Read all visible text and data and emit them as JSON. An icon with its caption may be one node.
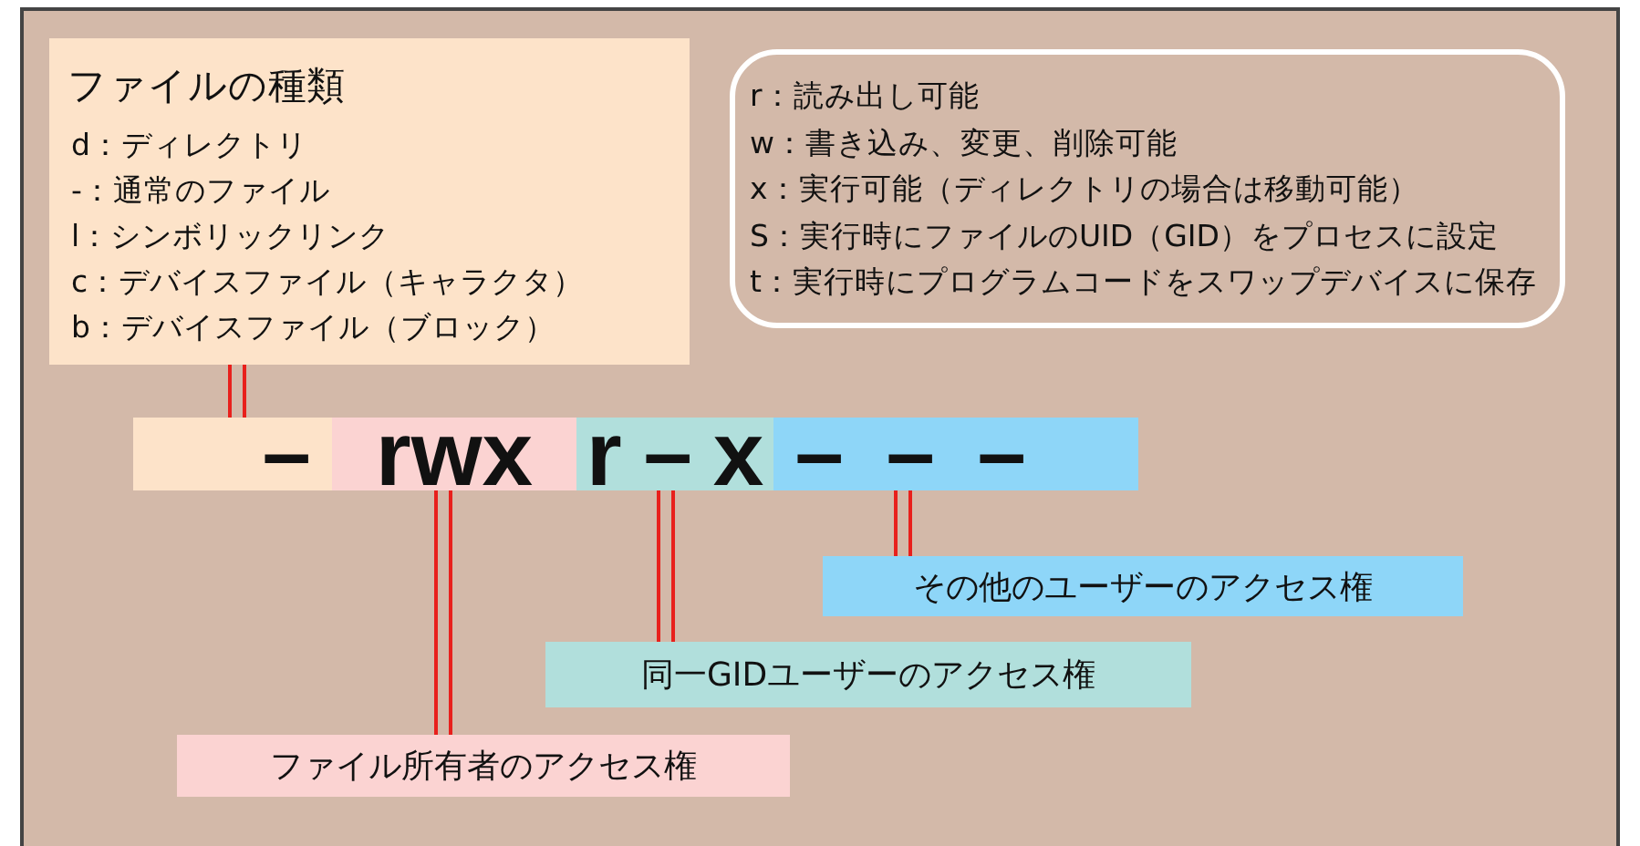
{
  "diagram": {
    "nodes": [
      {
        "text": [
          "ファイルの種類",
          "d：ディレクトリ",
          "-：通常のファイル",
          "l：シンボリックリンク",
          "c：デバイスファイル（キャラクタ）",
          "b：デバイスファイル（ブロック）"
        ]
      },
      {
        "text": [
          "r：読み出し可能",
          "w：書き込み、変更、削除可能",
          "x：実行可能（ディレクトリの場合は移動可能）",
          "S：実行時にファイルのUID（GID）をプロセスに設定",
          "t：実行時にプログラムコードをスワップデバイスに保存"
        ]
      },
      {
        "text": [
          "－"
        ]
      },
      {
        "text": [
          "rwx"
        ]
      },
      {
        "text": [
          "r－x"
        ]
      },
      {
        "text": [
          "－－－"
        ]
      },
      {
        "text": [
          "その他のユーザーのアクセス権"
        ]
      },
      {
        "text": [
          "同一GIDユーザーのアクセス権"
        ]
      },
      {
        "text": [
          "ファイル所有者のアクセス権"
        ]
      }
    ],
    "edges": [
      {
        "from": 0,
        "to": 2,
        "arrow": "none"
      },
      {
        "from": 3,
        "to": 8,
        "arrow": "none"
      },
      {
        "from": 4,
        "to": 7,
        "arrow": "none"
      },
      {
        "from": 5,
        "to": 6,
        "arrow": "none"
      }
    ]
  }
}
